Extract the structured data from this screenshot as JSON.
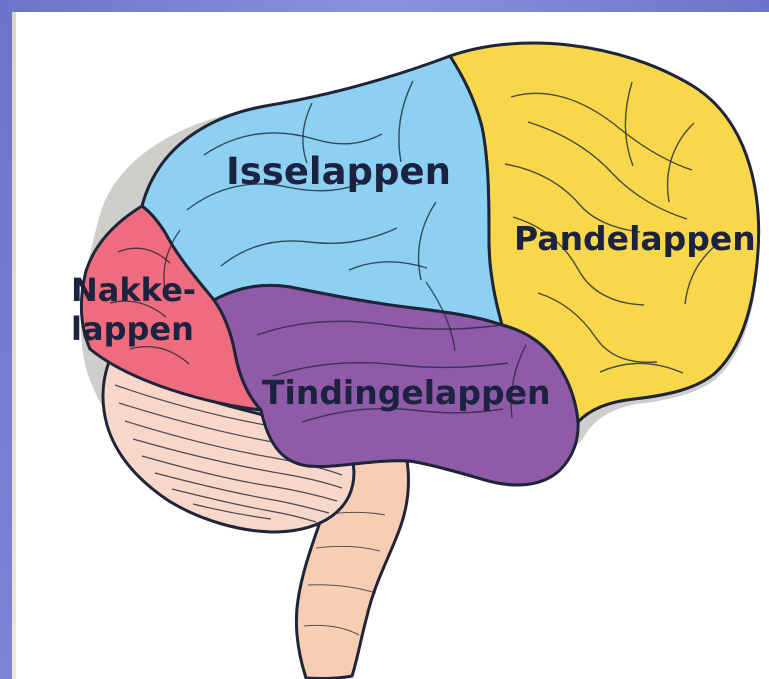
{
  "diagram": {
    "labels": {
      "parietal": "Isselappen",
      "frontal": "Pandelappen",
      "occipital_line1": "Nakke-",
      "occipital_line2": "lappen",
      "temporal": "Tindingelappen"
    },
    "colors": {
      "parietal": "#8ed0f2",
      "frontal": "#f8d84a",
      "occipital": "#ef6c7e",
      "temporal": "#8f5aa8",
      "cerebellum": "#f6d7ca",
      "brainstem": "#f7cdb4",
      "outline": "#1f2538",
      "shadow": "#a9a6a1"
    }
  }
}
